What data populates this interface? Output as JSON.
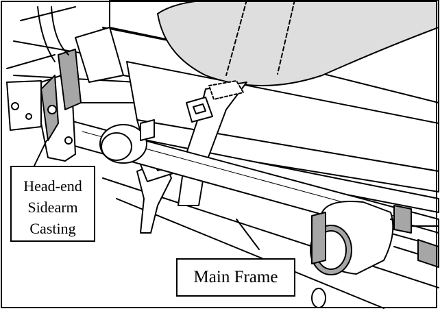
{
  "labels": {
    "head_end_sidearm_casting": [
      "Head-end",
      "Sidearm",
      "Casting"
    ],
    "main_frame": "Main Frame"
  },
  "colors": {
    "line": "#000000",
    "grey_part": "#a6a6a6",
    "light_grey": "#dedede",
    "strap": "#ffffff"
  }
}
